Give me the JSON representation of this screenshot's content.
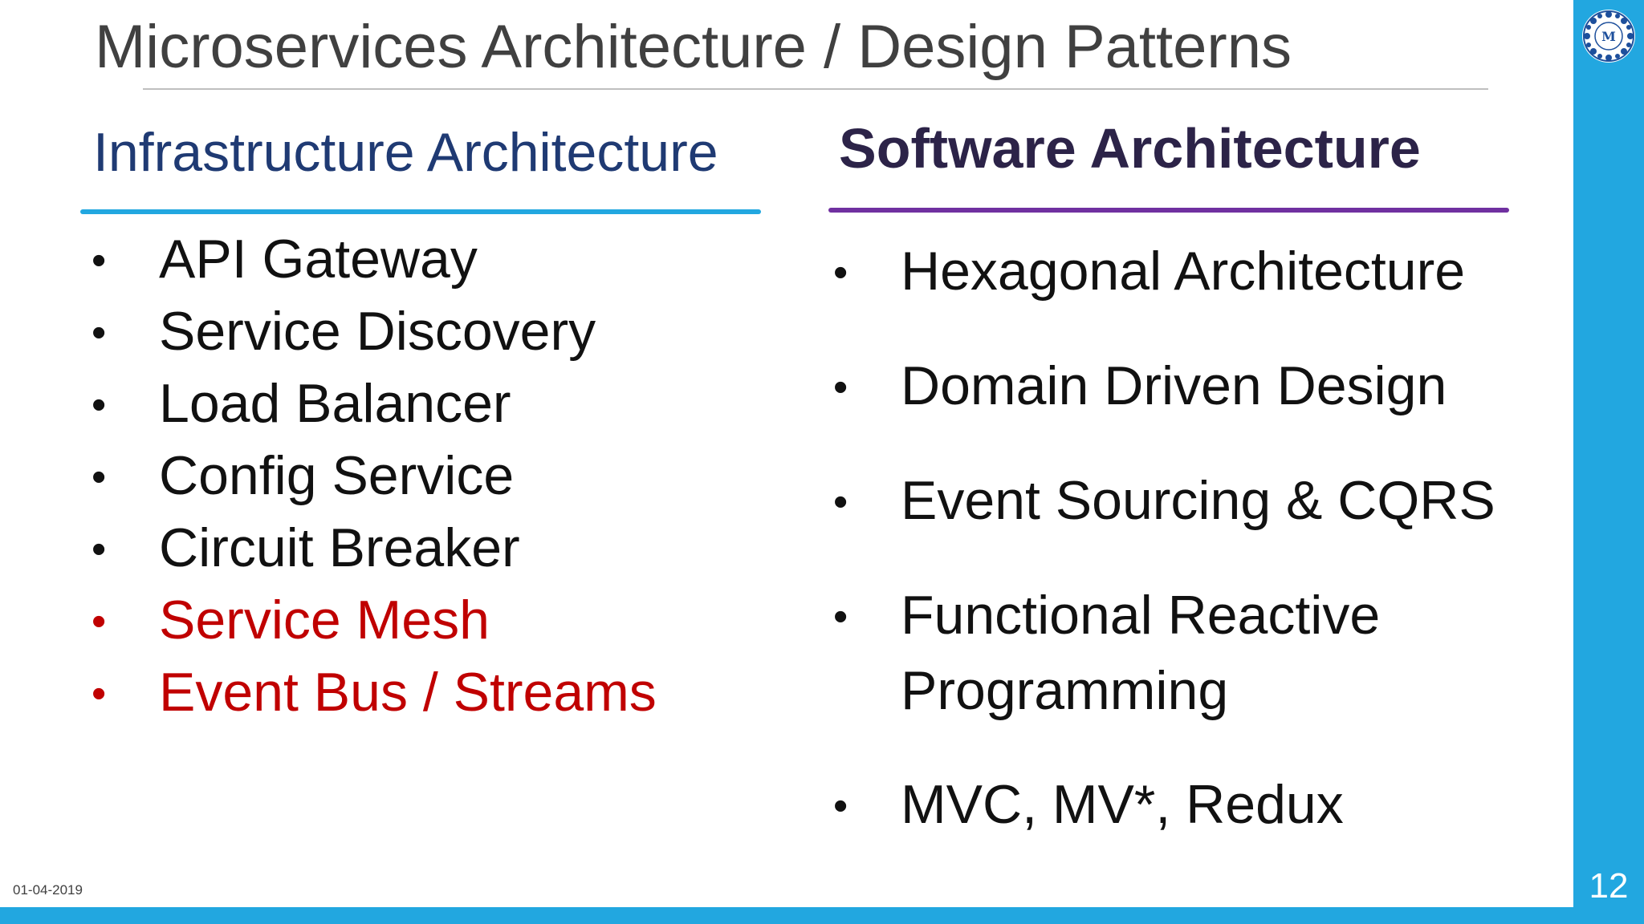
{
  "slide": {
    "title": "Microservices Architecture / Design Patterns",
    "left_heading": "Infrastructure Architecture",
    "right_heading": "Software Architecture",
    "left_items": [
      {
        "text": "API Gateway",
        "highlight": false
      },
      {
        "text": "Service Discovery",
        "highlight": false
      },
      {
        "text": "Load Balancer",
        "highlight": false
      },
      {
        "text": "Config Service",
        "highlight": false
      },
      {
        "text": "Circuit Breaker",
        "highlight": false
      },
      {
        "text": "Service Mesh",
        "highlight": true
      },
      {
        "text": "Event Bus / Streams",
        "highlight": true
      }
    ],
    "right_items": [
      {
        "line1": "Hexagonal Architecture"
      },
      {
        "line1": "Domain Driven Design"
      },
      {
        "line1": "Event Sourcing & CQRS"
      },
      {
        "line1": "Functional Reactive",
        "line2": "Programming"
      },
      {
        "line1": "MVC, MV*, Redux"
      }
    ],
    "bullet": "•",
    "logo_letter": "M",
    "date": "01-04-2019",
    "page_number": "12"
  },
  "colors": {
    "accent_blue": "#22a7e0",
    "heading_navy": "#1f3a73",
    "heading_purple_rule": "#7030a0",
    "highlight_red": "#c00000",
    "title_gray": "#404040"
  },
  "icons": {
    "logo": "organization-seal-icon"
  }
}
